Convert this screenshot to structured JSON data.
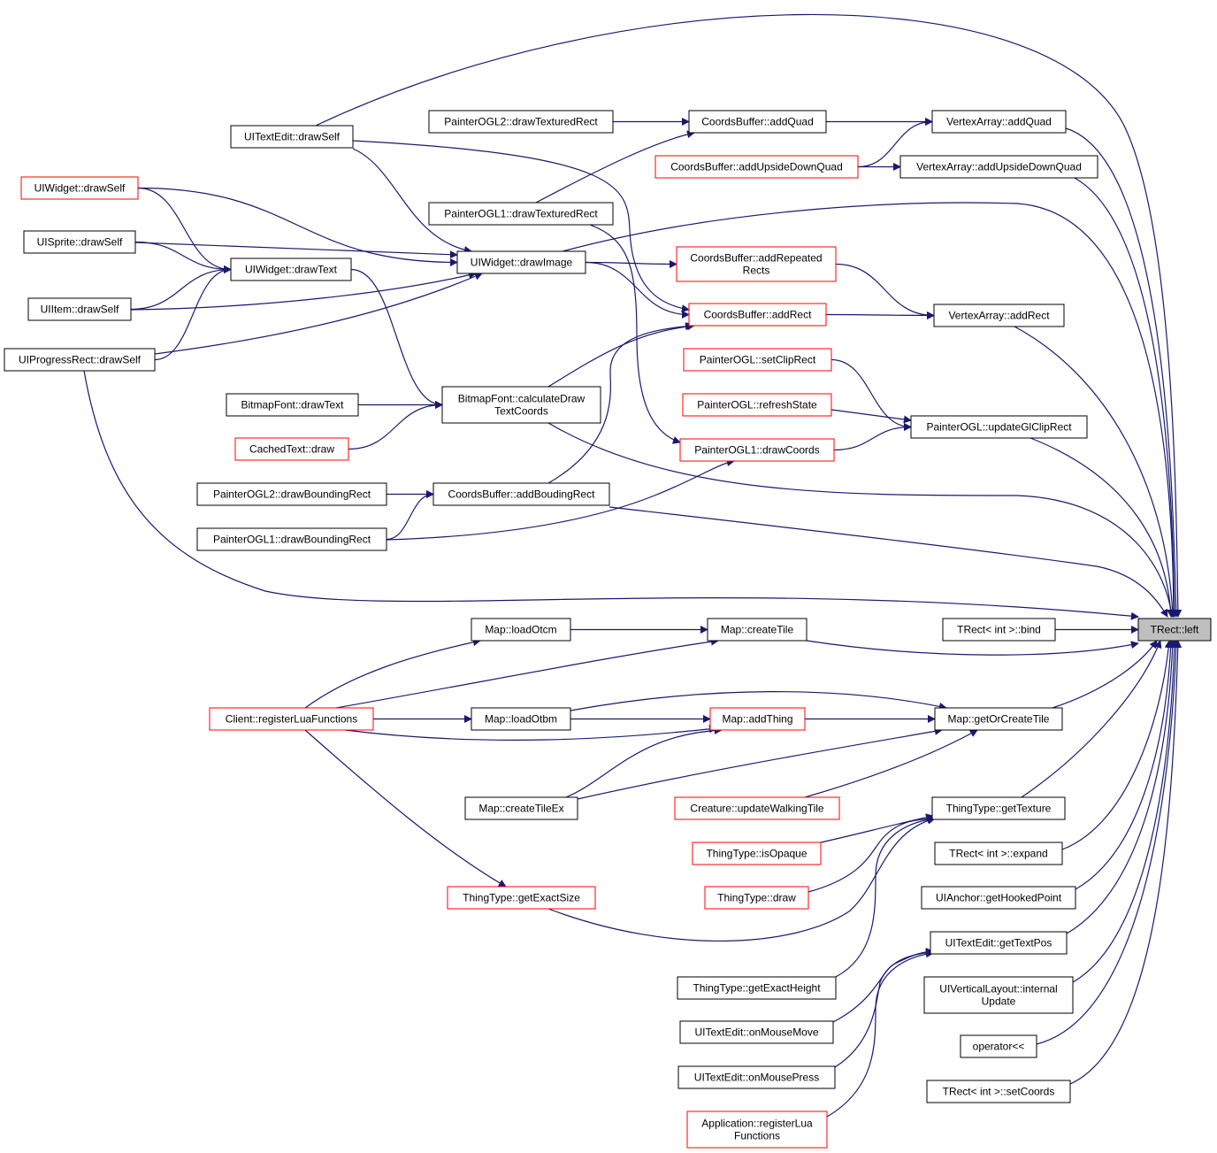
{
  "colors": {
    "edge": "#191970",
    "border_default": "#000000",
    "border_truncated": "#ff0000",
    "target_fill": "#bfbfbf",
    "node_fill": "#ffffff"
  },
  "nodes": {
    "target": {
      "lines": [
        "TRect::left"
      ],
      "kind": "target"
    },
    "uitextedit_drawself": {
      "lines": [
        "UITextEdit::drawSelf"
      ],
      "kind": "default"
    },
    "painterogl2_drawtexturedrect": {
      "lines": [
        "PainterOGL2::drawTexturedRect"
      ],
      "kind": "default"
    },
    "coordsbuffer_addquad": {
      "lines": [
        "CoordsBuffer::addQuad"
      ],
      "kind": "default"
    },
    "vertexarray_addquad": {
      "lines": [
        "VertexArray::addQuad"
      ],
      "kind": "default"
    },
    "coordsbuffer_addupsidedownquad": {
      "lines": [
        "CoordsBuffer::addUpsideDownQuad"
      ],
      "kind": "truncated"
    },
    "vertexarray_addupsidedownquad": {
      "lines": [
        "VertexArray::addUpsideDownQuad"
      ],
      "kind": "default"
    },
    "uiwidget_drawself": {
      "lines": [
        "UIWidget::drawSelf"
      ],
      "kind": "truncated"
    },
    "painterogl1_drawtexturedrect": {
      "lines": [
        "PainterOGL1::drawTexturedRect"
      ],
      "kind": "default"
    },
    "uisprite_drawself": {
      "lines": [
        "UISprite::drawSelf"
      ],
      "kind": "default"
    },
    "uiwidget_drawimage": {
      "lines": [
        "UIWidget::drawImage"
      ],
      "kind": "default"
    },
    "uiwidget_drawtext": {
      "lines": [
        "UIWidget::drawText"
      ],
      "kind": "default"
    },
    "coordsbuffer_addrepeatedrects": {
      "lines": [
        "CoordsBuffer::addRepeated",
        "Rects"
      ],
      "kind": "truncated"
    },
    "uiitem_drawself": {
      "lines": [
        "UIItem::drawSelf"
      ],
      "kind": "default"
    },
    "coordsbuffer_addrect": {
      "lines": [
        "CoordsBuffer::addRect"
      ],
      "kind": "truncated"
    },
    "vertexarray_addrect": {
      "lines": [
        "VertexArray::addRect"
      ],
      "kind": "default"
    },
    "uiprogressrect_drawself": {
      "lines": [
        "UIProgressRect::drawSelf"
      ],
      "kind": "default"
    },
    "painterogl_setcliprect": {
      "lines": [
        "PainterOGL::setClipRect"
      ],
      "kind": "truncated"
    },
    "bitmapfont_drawtext": {
      "lines": [
        "BitmapFont::drawText"
      ],
      "kind": "default"
    },
    "bitmapfont_calculatedrawtextcoords": {
      "lines": [
        "BitmapFont::calculateDraw",
        "TextCoords"
      ],
      "kind": "default"
    },
    "painterogl_refreshstate": {
      "lines": [
        "PainterOGL::refreshState"
      ],
      "kind": "truncated"
    },
    "painterogl_updateglcliprect": {
      "lines": [
        "PainterOGL::updateGlClipRect"
      ],
      "kind": "default"
    },
    "cachedtext_draw": {
      "lines": [
        "CachedText::draw"
      ],
      "kind": "truncated"
    },
    "painterogl1_drawcoords": {
      "lines": [
        "PainterOGL1::drawCoords"
      ],
      "kind": "truncated"
    },
    "painterogl2_drawboundingrect": {
      "lines": [
        "PainterOGL2::drawBoundingRect"
      ],
      "kind": "default"
    },
    "coordsbuffer_addboudingrect": {
      "lines": [
        "CoordsBuffer::addBoudingRect"
      ],
      "kind": "default"
    },
    "painterogl1_drawboundingrect": {
      "lines": [
        "PainterOGL1::drawBoundingRect"
      ],
      "kind": "default"
    },
    "map_loadotcm": {
      "lines": [
        "Map::loadOtcm"
      ],
      "kind": "default"
    },
    "map_createtile": {
      "lines": [
        "Map::createTile"
      ],
      "kind": "default"
    },
    "trect_bind": {
      "lines": [
        "TRect< int >::bind"
      ],
      "kind": "default"
    },
    "client_registerluafunctions": {
      "lines": [
        "Client::registerLuaFunctions"
      ],
      "kind": "truncated"
    },
    "map_loadotbm": {
      "lines": [
        "Map::loadOtbm"
      ],
      "kind": "default"
    },
    "map_addthing": {
      "lines": [
        "Map::addThing"
      ],
      "kind": "truncated"
    },
    "map_getorcreatetile": {
      "lines": [
        "Map::getOrCreateTile"
      ],
      "kind": "default"
    },
    "map_createtileex": {
      "lines": [
        "Map::createTileEx"
      ],
      "kind": "default"
    },
    "creature_updatewalkingtile": {
      "lines": [
        "Creature::updateWalkingTile"
      ],
      "kind": "truncated"
    },
    "thingtype_gettexture": {
      "lines": [
        "ThingType::getTexture"
      ],
      "kind": "default"
    },
    "thingtype_isopaque": {
      "lines": [
        "ThingType::isOpaque"
      ],
      "kind": "truncated"
    },
    "trect_expand": {
      "lines": [
        "TRect< int >::expand"
      ],
      "kind": "default"
    },
    "thingtype_getexactsize": {
      "lines": [
        "ThingType::getExactSize"
      ],
      "kind": "truncated"
    },
    "thingtype_draw": {
      "lines": [
        "ThingType::draw"
      ],
      "kind": "truncated"
    },
    "uianchor_gethookedpoint": {
      "lines": [
        "UIAnchor::getHookedPoint"
      ],
      "kind": "default"
    },
    "uitextedit_gettextpos": {
      "lines": [
        "UITextEdit::getTextPos"
      ],
      "kind": "default"
    },
    "thingtype_getexactheight": {
      "lines": [
        "ThingType::getExactHeight"
      ],
      "kind": "default"
    },
    "uiverticallayout_internalupdate": {
      "lines": [
        "UIVerticalLayout::internal",
        "Update"
      ],
      "kind": "default"
    },
    "uitextedit_onmousemove": {
      "lines": [
        "UITextEdit::onMouseMove"
      ],
      "kind": "default"
    },
    "operator_shl": {
      "lines": [
        "operator<<"
      ],
      "kind": "default"
    },
    "uitextedit_onmousepress": {
      "lines": [
        "UITextEdit::onMousePress"
      ],
      "kind": "default"
    },
    "trect_setcoords": {
      "lines": [
        "TRect< int >::setCoords"
      ],
      "kind": "default"
    },
    "application_registerluafunctions": {
      "lines": [
        "Application::registerLua",
        "Functions"
      ],
      "kind": "truncated"
    }
  },
  "edges": [
    [
      "uitextedit_drawself",
      "target"
    ],
    [
      "uitextedit_drawself",
      "uiwidget_drawimage"
    ],
    [
      "uitextedit_drawself",
      "coordsbuffer_addrect"
    ],
    [
      "painterogl2_drawtexturedrect",
      "coordsbuffer_addquad"
    ],
    [
      "coordsbuffer_addquad",
      "vertexarray_addquad"
    ],
    [
      "vertexarray_addquad",
      "target"
    ],
    [
      "coordsbuffer_addupsidedownquad",
      "vertexarray_addquad"
    ],
    [
      "coordsbuffer_addupsidedownquad",
      "vertexarray_addupsidedownquad"
    ],
    [
      "vertexarray_addupsidedownquad",
      "target"
    ],
    [
      "uiwidget_drawself",
      "uiwidget_drawimage"
    ],
    [
      "uiwidget_drawself",
      "uiwidget_drawtext"
    ],
    [
      "painterogl1_drawtexturedrect",
      "coordsbuffer_addquad"
    ],
    [
      "painterogl1_drawtexturedrect",
      "painterogl1_drawcoords"
    ],
    [
      "uisprite_drawself",
      "uiwidget_drawimage"
    ],
    [
      "uisprite_drawself",
      "uiwidget_drawtext"
    ],
    [
      "uiwidget_drawimage",
      "target"
    ],
    [
      "uiwidget_drawimage",
      "coordsbuffer_addrepeatedrects"
    ],
    [
      "uiwidget_drawimage",
      "coordsbuffer_addrect"
    ],
    [
      "uiwidget_drawtext",
      "bitmapfont_calculatedrawtextcoords"
    ],
    [
      "coordsbuffer_addrepeatedrects",
      "vertexarray_addrect"
    ],
    [
      "uiitem_drawself",
      "uiwidget_drawtext"
    ],
    [
      "uiitem_drawself",
      "uiwidget_drawimage"
    ],
    [
      "coordsbuffer_addrect",
      "vertexarray_addrect"
    ],
    [
      "vertexarray_addrect",
      "target"
    ],
    [
      "uiprogressrect_drawself",
      "uiwidget_drawtext"
    ],
    [
      "uiprogressrect_drawself",
      "uiwidget_drawimage"
    ],
    [
      "uiprogressrect_drawself",
      "target"
    ],
    [
      "painterogl_setcliprect",
      "painterogl_updateglcliprect"
    ],
    [
      "bitmapfont_drawtext",
      "bitmapfont_calculatedrawtextcoords"
    ],
    [
      "bitmapfont_calculatedrawtextcoords",
      "coordsbuffer_addrect"
    ],
    [
      "bitmapfont_calculatedrawtextcoords",
      "target"
    ],
    [
      "painterogl_refreshstate",
      "painterogl_updateglcliprect"
    ],
    [
      "painterogl_updateglcliprect",
      "target"
    ],
    [
      "cachedtext_draw",
      "bitmapfont_calculatedrawtextcoords"
    ],
    [
      "painterogl1_drawcoords",
      "painterogl_updateglcliprect"
    ],
    [
      "painterogl2_drawboundingrect",
      "coordsbuffer_addboudingrect"
    ],
    [
      "coordsbuffer_addboudingrect",
      "coordsbuffer_addrect"
    ],
    [
      "coordsbuffer_addboudingrect",
      "target"
    ],
    [
      "painterogl1_drawboundingrect",
      "coordsbuffer_addboudingrect"
    ],
    [
      "painterogl1_drawboundingrect",
      "painterogl1_drawcoords"
    ],
    [
      "map_loadotcm",
      "map_createtile"
    ],
    [
      "map_createtile",
      "target"
    ],
    [
      "trect_bind",
      "target"
    ],
    [
      "client_registerluafunctions",
      "map_loadotcm"
    ],
    [
      "client_registerluafunctions",
      "map_createtile"
    ],
    [
      "client_registerluafunctions",
      "map_loadotbm"
    ],
    [
      "client_registerluafunctions",
      "map_addthing"
    ],
    [
      "client_registerluafunctions",
      "thingtype_getexactsize"
    ],
    [
      "map_loadotbm",
      "map_addthing"
    ],
    [
      "map_loadotbm",
      "map_getorcreatetile"
    ],
    [
      "map_addthing",
      "map_getorcreatetile"
    ],
    [
      "map_getorcreatetile",
      "target"
    ],
    [
      "map_createtileex",
      "map_addthing"
    ],
    [
      "map_createtileex",
      "map_getorcreatetile"
    ],
    [
      "creature_updatewalkingtile",
      "map_getorcreatetile"
    ],
    [
      "thingtype_gettexture",
      "target"
    ],
    [
      "thingtype_isopaque",
      "thingtype_gettexture"
    ],
    [
      "trect_expand",
      "target"
    ],
    [
      "thingtype_getexactsize",
      "thingtype_gettexture"
    ],
    [
      "thingtype_draw",
      "thingtype_gettexture"
    ],
    [
      "uianchor_gethookedpoint",
      "target"
    ],
    [
      "uitextedit_gettextpos",
      "target"
    ],
    [
      "thingtype_getexactheight",
      "thingtype_gettexture"
    ],
    [
      "uiverticallayout_internalupdate",
      "target"
    ],
    [
      "uitextedit_onmousemove",
      "uitextedit_gettextpos"
    ],
    [
      "operator_shl",
      "target"
    ],
    [
      "uitextedit_onmousepress",
      "uitextedit_gettextpos"
    ],
    [
      "trect_setcoords",
      "target"
    ],
    [
      "application_registerluafunctions",
      "uitextedit_gettextpos"
    ]
  ]
}
